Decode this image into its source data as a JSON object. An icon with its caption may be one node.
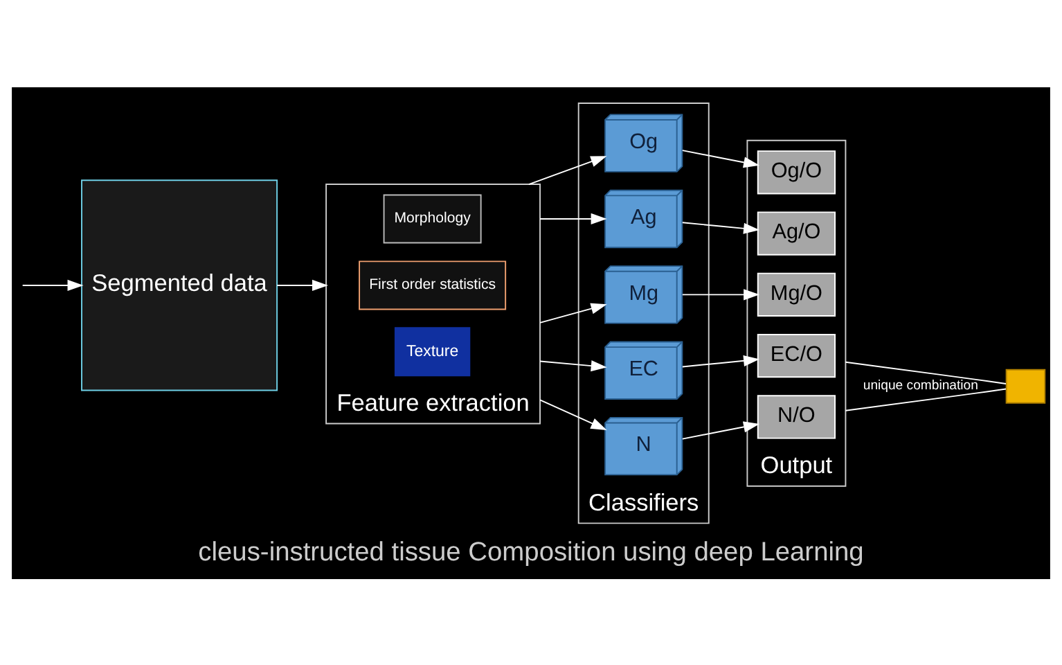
{
  "diagram": {
    "caption": "cleus-instructed tissue Composition using deep Learning",
    "nodes": [
      {
        "text": [
          "Segmented data"
        ]
      },
      {
        "text": [
          "Feature extraction"
        ]
      },
      {
        "text": [
          "Morphology"
        ],
        "in": 1
      },
      {
        "text": [
          "First order statistics"
        ],
        "in": 1
      },
      {
        "text": [
          "Texture"
        ],
        "in": 1
      },
      {
        "text": [
          "Classifiers"
        ]
      },
      {
        "text": [
          "N"
        ],
        "in": 5
      },
      {
        "text": [
          "Ag"
        ],
        "in": 5
      },
      {
        "text": [
          "Mg"
        ],
        "in": 5
      },
      {
        "text": [
          "Og"
        ],
        "in": 5
      },
      {
        "text": [
          "EC"
        ],
        "in": 5
      },
      {
        "text": [
          "Output"
        ]
      },
      {
        "text": [
          "N/O"
        ],
        "in": 11
      },
      {
        "text": [
          "Ag/O"
        ],
        "in": 11
      },
      {
        "text": [
          "Mg/O"
        ],
        "in": 11
      },
      {
        "text": [
          "Og/O"
        ],
        "in": 11
      },
      {
        "text": [
          "EC/O"
        ],
        "in": 11
      },
      {
        "text": [],
        "shape": "box"
      }
    ],
    "edges": [
      {
        "from": null,
        "to": 0,
        "arrow": "to"
      },
      {
        "from": 0,
        "to": 1,
        "arrow": "to"
      },
      {
        "from": 1,
        "to": 6,
        "arrow": "to"
      },
      {
        "from": 1,
        "to": 7,
        "arrow": "to"
      },
      {
        "from": 1,
        "to": 8,
        "arrow": "to"
      },
      {
        "from": 1,
        "to": 9,
        "arrow": "to"
      },
      {
        "from": 1,
        "to": 10,
        "arrow": "to"
      },
      {
        "from": 6,
        "to": 12,
        "arrow": "to"
      },
      {
        "from": 7,
        "to": 13,
        "arrow": "to"
      },
      {
        "from": 8,
        "to": 14,
        "arrow": "to"
      },
      {
        "from": 9,
        "to": 15,
        "arrow": "to"
      },
      {
        "from": 10,
        "to": 16,
        "arrow": "to"
      },
      {
        "from": 11,
        "to": 17,
        "arrow": "none",
        "label": "unique combination"
      },
      {
        "from": 11,
        "to": 17,
        "arrow": "none"
      }
    ]
  }
}
